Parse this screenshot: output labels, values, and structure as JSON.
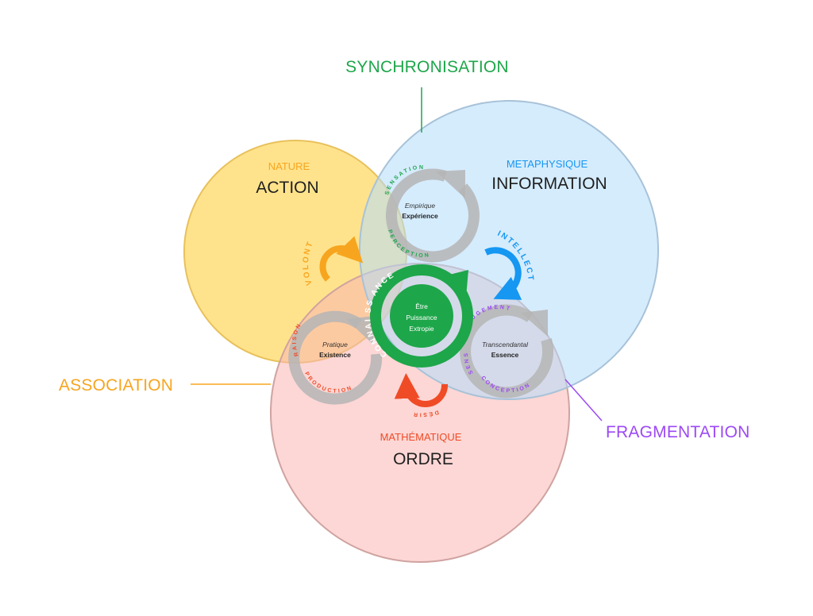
{
  "colors": {
    "action_fill": "#ffd966",
    "information_fill": "#b3dcfb",
    "ordre_fill": "#f9b7b3",
    "green": "#1ea64a",
    "orange": "#f7a51f",
    "blue": "#1597f2",
    "red": "#f04b27",
    "purple": "#9c49f5",
    "gray": "#b5b5b5"
  },
  "outer_labels": {
    "synchronisation": "SYNCHRONISATION",
    "association": "ASSOCIATION",
    "fragmentation": "FRAGMENTATION"
  },
  "circles": {
    "action": {
      "subtitle": "NATURE",
      "title": "ACTION"
    },
    "information": {
      "subtitle": "METAPHYSIQUE",
      "title": "INFORMATION"
    },
    "ordre": {
      "subtitle": "MATHÉMATIQUE",
      "title": "ORDRE"
    }
  },
  "cycles": {
    "top": {
      "italic": "Empirique",
      "bold": "Expérience",
      "arc_top": "SENSATION",
      "arc_bottom": "PERCEPTION"
    },
    "left": {
      "italic": "Pratique",
      "bold": "Existence",
      "arc_top": "RAISON",
      "arc_bottom": "PRODUCTION"
    },
    "right": {
      "italic": "Transcendantal",
      "bold": "Essence",
      "arc_top": "JUGEMENT",
      "arc_left": "SENS",
      "arc_bottom": "CONCEPTION"
    }
  },
  "arrows": {
    "volonte": "VOLONTÉ",
    "intellect": "INTELLECT",
    "desir": "DÉSIR"
  },
  "center": {
    "ring_label": "CONNAI SS ANCE",
    "line1": "Être",
    "line2": "Puissance",
    "line3": "Extropie"
  }
}
